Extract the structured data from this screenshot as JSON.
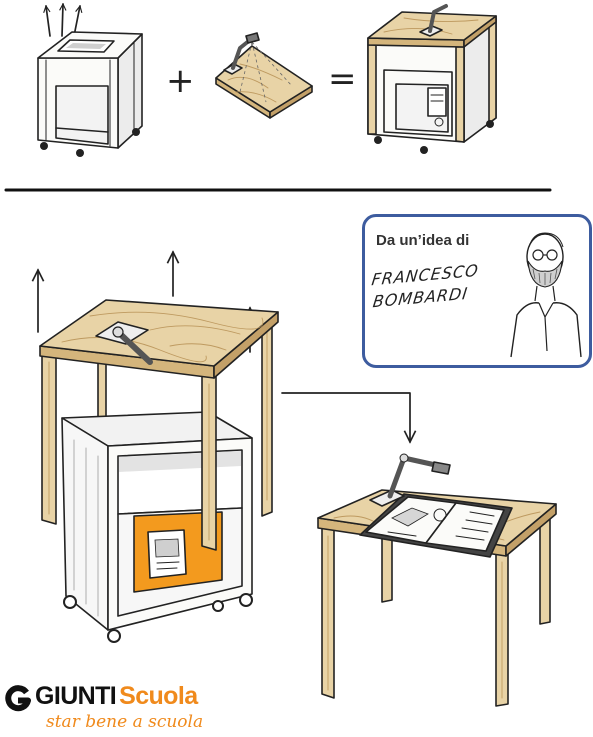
{
  "diagram": {
    "plus_sign": "+",
    "equals_sign": "="
  },
  "credit": {
    "label": "Da un’idea di",
    "signature": [
      "FRANCESCO",
      "BOMBARDI"
    ],
    "portrait_icon": "author-portrait-sketch-icon",
    "border_color": "#3d5c9f"
  },
  "logo": {
    "mark_icon": "giunti-g-mark-icon",
    "brand_primary": "GIUNTI",
    "brand_secondary": "Scuola",
    "tagline": "star bene a scuola",
    "primary_color": "#111111",
    "accent_color": "#f08a1c"
  },
  "colors": {
    "ink": "#222222",
    "wood": "#e8d3a6",
    "cart_interior": "#f39a1e"
  }
}
